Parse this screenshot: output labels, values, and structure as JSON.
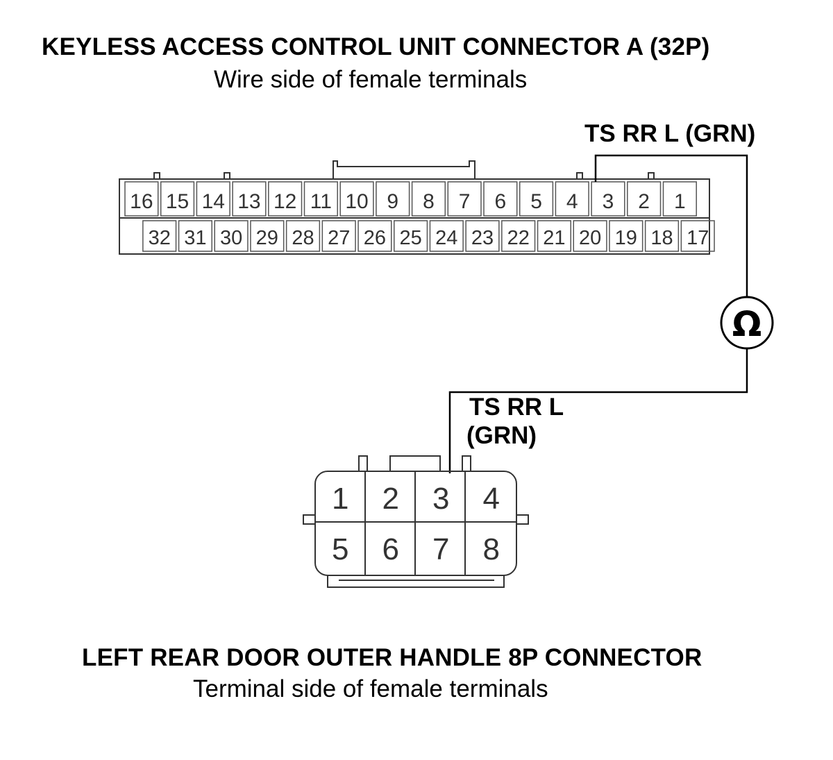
{
  "connector_a": {
    "title": "KEYLESS ACCESS CONTROL UNIT CONNECTOR A (32P)",
    "subtitle": "Wire side of female terminals",
    "top_row": [
      "16",
      "15",
      "14",
      "13",
      "12",
      "11",
      "10",
      "9",
      "8",
      "7",
      "6",
      "5",
      "4",
      "3",
      "2",
      "1"
    ],
    "bottom_row": [
      "32",
      "31",
      "30",
      "29",
      "28",
      "27",
      "26",
      "25",
      "24",
      "23",
      "22",
      "21",
      "20",
      "19",
      "18",
      "17"
    ]
  },
  "connector_b": {
    "title": "LEFT REAR DOOR OUTER HANDLE 8P CONNECTOR",
    "subtitle": "Terminal side of female terminals",
    "top_row": [
      "1",
      "2",
      "3",
      "4"
    ],
    "bottom_row": [
      "5",
      "6",
      "7",
      "8"
    ]
  },
  "wire_label_a": "TS RR L (GRN)",
  "wire_label_b_line1": "TS RR L",
  "wire_label_b_line2": "(GRN)",
  "meter_symbol": "Ω",
  "meter_icon": "ohmmeter-icon"
}
